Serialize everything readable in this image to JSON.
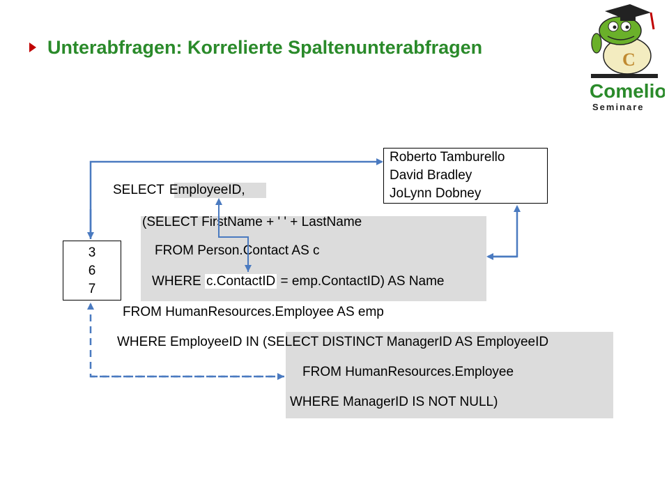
{
  "slide": {
    "title": "Unterabfragen: Korrelierte Spaltenunterabfragen"
  },
  "logo": {
    "brand": "Comelio",
    "subtitle": "Seminare",
    "mascot_letter": "C"
  },
  "query": {
    "line1_prefix": "SELECT ",
    "line1_col": "EmployeeID,",
    "sub1_line1": "(SELECT FirstName + ' ' + LastName",
    "sub1_line2": "FROM Person.Contact AS c",
    "sub1_line3_prefix": "WHERE ",
    "sub1_line3_hl": "c.ContactID",
    "sub1_line3_suffix": " = emp.ContactID) AS Name",
    "from_line": "FROM HumanResources.Employee AS emp",
    "where_line": "WHERE EmployeeID IN (SELECT DISTINCT ManagerID AS EmployeeID",
    "sub2_line2": "FROM HumanResources.Employee",
    "sub2_line3": "WHERE ManagerID IS NOT NULL)"
  },
  "result_names": [
    "Roberto Tamburello",
    "David Bradley",
    "JoLynn Dobney"
  ],
  "result_ids": [
    "3",
    "6",
    "7"
  ],
  "colors": {
    "title": "#2a8a2a",
    "bullet": "#c00000",
    "arrow": "#4a7ac0",
    "code_bg": "#dcdcdc"
  }
}
